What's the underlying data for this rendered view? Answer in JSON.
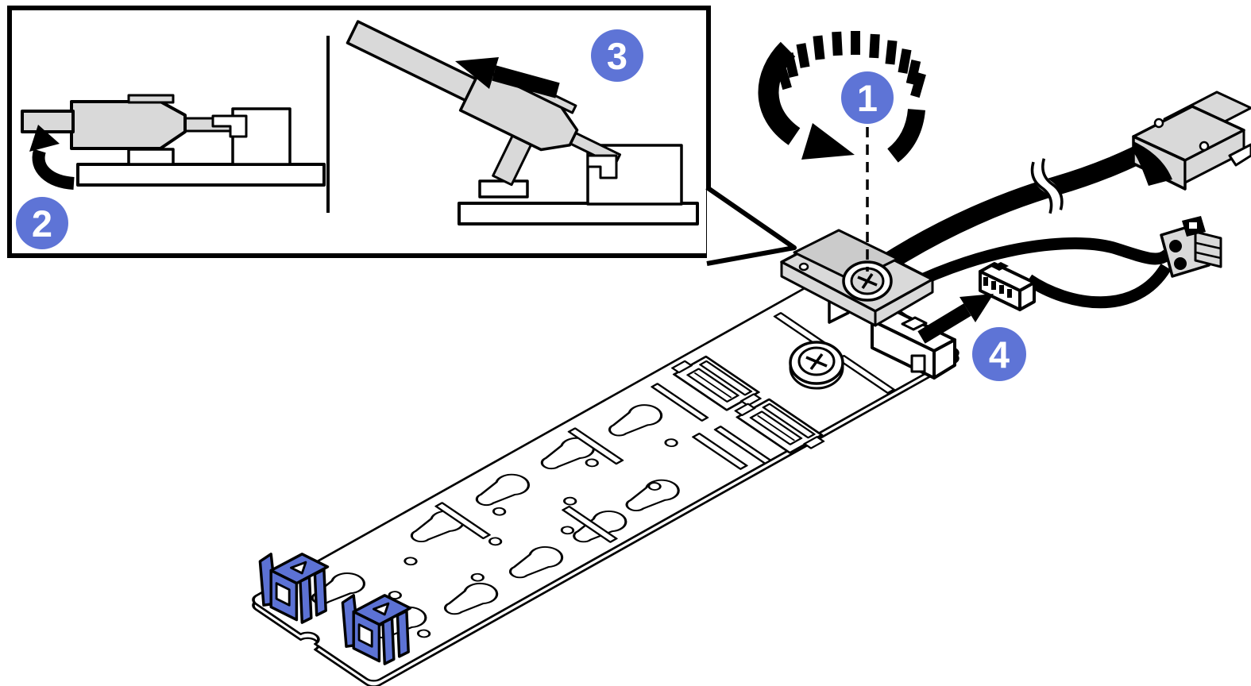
{
  "figure": {
    "colors": {
      "background": "#ffffff",
      "callout_blue": "#5e74d6",
      "clip_blue": "#5c72d4",
      "part_grey": "#d9d9d9",
      "part_grey_dark": "#cbcbcb",
      "line_black": "#000000"
    },
    "steps": [
      {
        "number": "1",
        "icon": "rotate-loosen-arrow-icon"
      },
      {
        "number": "2",
        "icon": "lift-latch-curved-arrow-icon"
      },
      {
        "number": "3",
        "icon": "pull-cable-arrow-icon"
      },
      {
        "number": "4",
        "icon": "disconnect-plug-arrow-icon"
      }
    ]
  }
}
